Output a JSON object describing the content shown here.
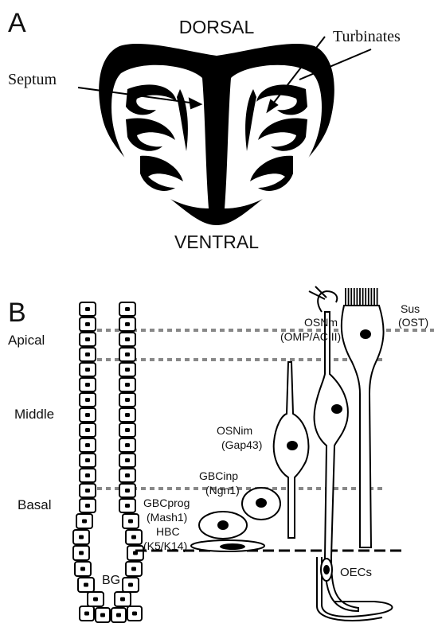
{
  "panel_a": {
    "letter": "A",
    "dorsal": "DORSAL",
    "ventral": "VENTRAL",
    "septum": "Septum",
    "turbinates": "Turbinates"
  },
  "panel_b": {
    "letter": "B",
    "zones": [
      "Apical",
      "Middle",
      "Basal"
    ],
    "gland_label": "BG",
    "cells": {
      "osnm": [
        "OSNm",
        "(OMP/ACIII)"
      ],
      "sus": [
        "Sus",
        "(OST)"
      ],
      "osnim": [
        "OSNim",
        "(Gap43)"
      ],
      "gbcinp": [
        "GBCinp",
        "(Ngn1)"
      ],
      "gbcprog": [
        "GBCprog",
        "(Mash1)"
      ],
      "hbc": [
        "HBC",
        "(K5/K14)"
      ],
      "oecs": "OECs"
    }
  },
  "colors": {
    "ink": "#000000",
    "background": "#ffffff",
    "guide_line": "#888888"
  }
}
